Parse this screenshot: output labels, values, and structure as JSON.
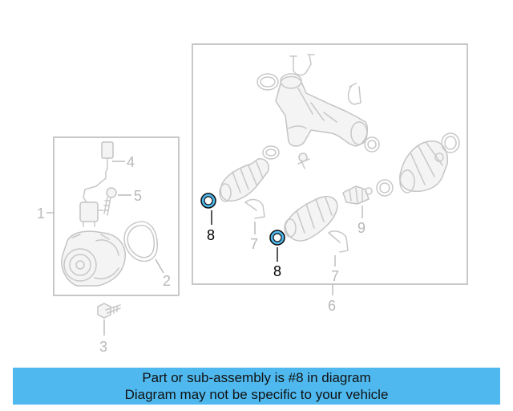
{
  "callouts": {
    "c1": "1",
    "c2": "2",
    "c3": "3",
    "c4": "4",
    "c5": "5",
    "c6": "6",
    "c7a": "7",
    "c7b": "7",
    "c8a": "8",
    "c8b": "8",
    "c9": "9"
  },
  "banner": {
    "line1": "Part or sub-assembly is #8 in diagram",
    "line2": "Diagram may not be specific to your vehicle"
  },
  "colors": {
    "highlight_fill": "#4fb9ef",
    "highlight_stroke": "#111111",
    "banner_bg": "#4fb9ef",
    "part_stroke": "#c8c8c8"
  }
}
